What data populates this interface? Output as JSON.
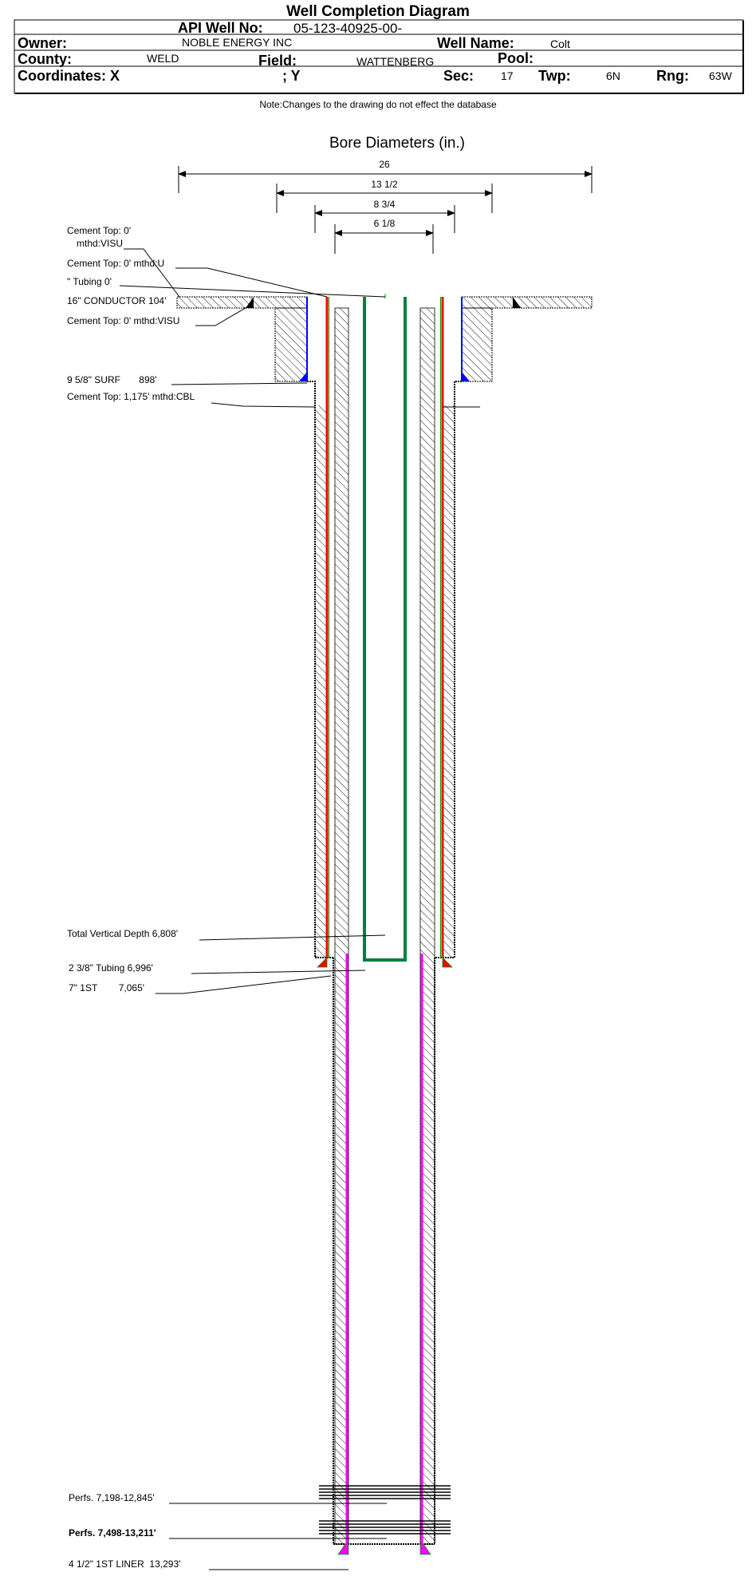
{
  "header": {
    "title": "Well Completion Diagram",
    "api_label": "API Well No:",
    "api_value": "05-123-40925-00-",
    "owner_label": "Owner:",
    "owner_value": "NOBLE ENERGY INC",
    "well_name_label": "Well Name:",
    "well_name_value": "Colt",
    "county_label": "County:",
    "county_value": "WELD",
    "field_label": "Field:",
    "field_value": "WATTENBERG",
    "pool_label": "Pool:",
    "coord_x_label": "Coordinates: X",
    "coord_y_label": "; Y",
    "sec_label": "Sec:",
    "sec_value": "17",
    "twp_label": "Twp:",
    "twp_value": "6N",
    "rng_label": "Rng:",
    "rng_value": "63W",
    "note": "Note:Changes to the drawing do not effect the database"
  },
  "diagram": {
    "title": "Bore Diameters (in.)",
    "dimensions": [
      "26",
      "13 1/2",
      "8 3/4",
      "6 1/8"
    ],
    "labels": {
      "cement_top_1a": "Cement Top: 0'",
      "cement_top_1b": "mthd:VISU",
      "cement_top_2": "Cement Top: 0' mthd:U",
      "tubing_top": "\" Tubing 0'",
      "conductor": "16\" CONDUCTOR  104'",
      "cement_top_3": "Cement Top: 0' mthd:VISU",
      "surface": "9 5/8\" SURF       898'",
      "cement_top_4": "Cement Top: 1,175' mthd:CBL",
      "tvd": "Total Vertical Depth 6,808'",
      "tubing": "2 3/8\" Tubing 6,996'",
      "casing": "7\" 1ST        7,065'",
      "perfs_1": "Perfs. 7,198-12,845'",
      "perfs_2": "Perfs. 7,498-13,211'",
      "liner": "4 1/2\" 1ST LINER  13,293'"
    },
    "colors": {
      "casing": "#ff0000",
      "cement": "#0000ff",
      "tubing": "#008040",
      "liner": "#ff00ff",
      "cement_line": "#00a000"
    }
  }
}
